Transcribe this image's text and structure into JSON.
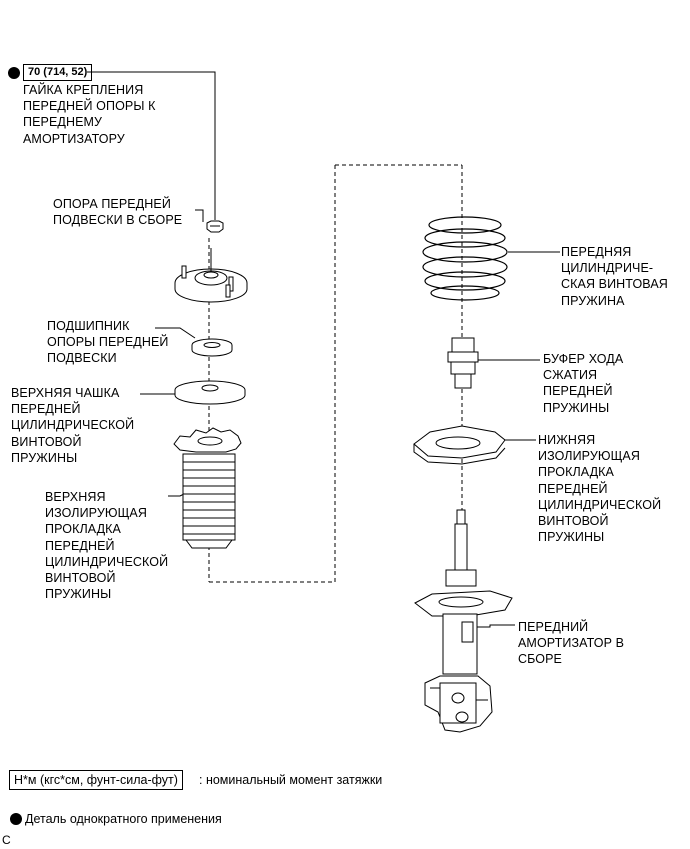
{
  "torque": {
    "value": "70 (714, 52)",
    "nut_label": "ГАЙКА КРЕПЛЕНИЯ\nПЕРЕДНЕЙ ОПОРЫ К\nПЕРЕДНЕМУ\nАМОРТИЗАТОРУ"
  },
  "parts": {
    "support": "ОПОРА ПЕРЕДНЕЙ\nПОДВЕСКИ В СБОРЕ",
    "bearing": "ПОДШИПНИК\nОПОРЫ ПЕРЕДНЕЙ\nПОДВЕСКИ",
    "upper_seat": "ВЕРХНЯЯ ЧАШКА\nПЕРЕДНЕЙ\nЦИЛИНДРИЧЕСКОЙ\nВИНТОВОЙ\nПРУЖИНЫ",
    "upper_insulator": "ВЕРХНЯЯ\nИЗОЛИРУЮЩАЯ\nПРОКЛАДКА\nПЕРЕДНЕЙ\nЦИЛИНДРИЧЕСКОЙ\nВИНТОВОЙ\nПРУЖИНЫ",
    "coil_spring": "ПЕРЕДНЯЯ\nЦИЛИНДРИЧЕ-\nСКАЯ ВИНТОВАЯ\nПРУЖИНА",
    "bump_stopper": "БУФЕР ХОДА\nСЖАТИЯ\nПЕРЕДНЕЙ\nПРУЖИНЫ",
    "lower_insulator": "НИЖНЯЯ\nИЗОЛИРУЮЩАЯ\nПРОКЛАДКА\nПЕРЕДНЕЙ\nЦИЛИНДРИЧЕСКОЙ\nВИНТОВОЙ\nПРУЖИНЫ",
    "shock_absorber": "ПЕРЕДНИЙ\nАМОРТИЗАТОР В\nСБОРЕ"
  },
  "legend": {
    "torque_units": "Н*м (кгс*см, фунт-сила-фут)",
    "torque_desc": ": номинальный момент затяжки",
    "non_reusable": "Деталь однократного применения"
  },
  "corner_mark": "C"
}
